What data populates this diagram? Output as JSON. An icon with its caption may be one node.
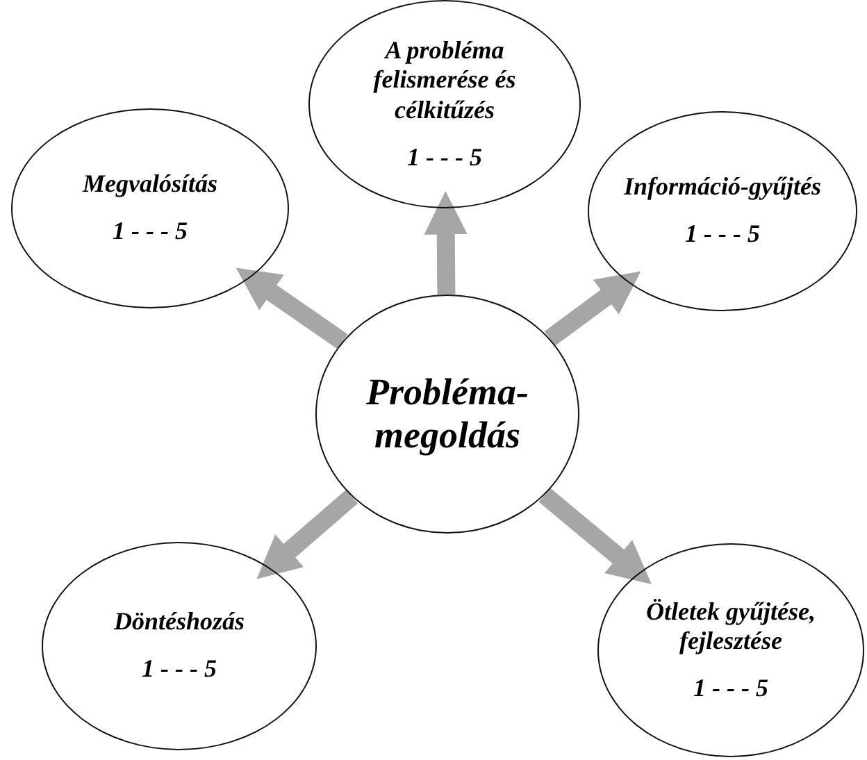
{
  "diagram": {
    "nodes": [
      {
        "text": [
          "A probléma felismerése és célkitűzés",
          "1 - - - 5"
        ]
      },
      {
        "text": [
          "Megvalósítás",
          "1 - - - 5"
        ]
      },
      {
        "text": [
          "Információ-gyűjtés",
          "1 - - - 5"
        ]
      },
      {
        "text": [
          "Probléma-megoldás"
        ]
      },
      {
        "text": [
          "Döntéshozás",
          "1 - - - 5"
        ]
      },
      {
        "text": [
          "Ötletek gyűjtése, fejlesztése",
          "1 - - - 5"
        ]
      }
    ],
    "edges": [
      {
        "from": 3,
        "to": 0,
        "arrow": "to"
      },
      {
        "from": 3,
        "to": 2,
        "arrow": "to"
      },
      {
        "from": 3,
        "to": 5,
        "arrow": "to"
      },
      {
        "from": 3,
        "to": 4,
        "arrow": "to"
      },
      {
        "from": 3,
        "to": 1,
        "arrow": "to"
      }
    ]
  }
}
